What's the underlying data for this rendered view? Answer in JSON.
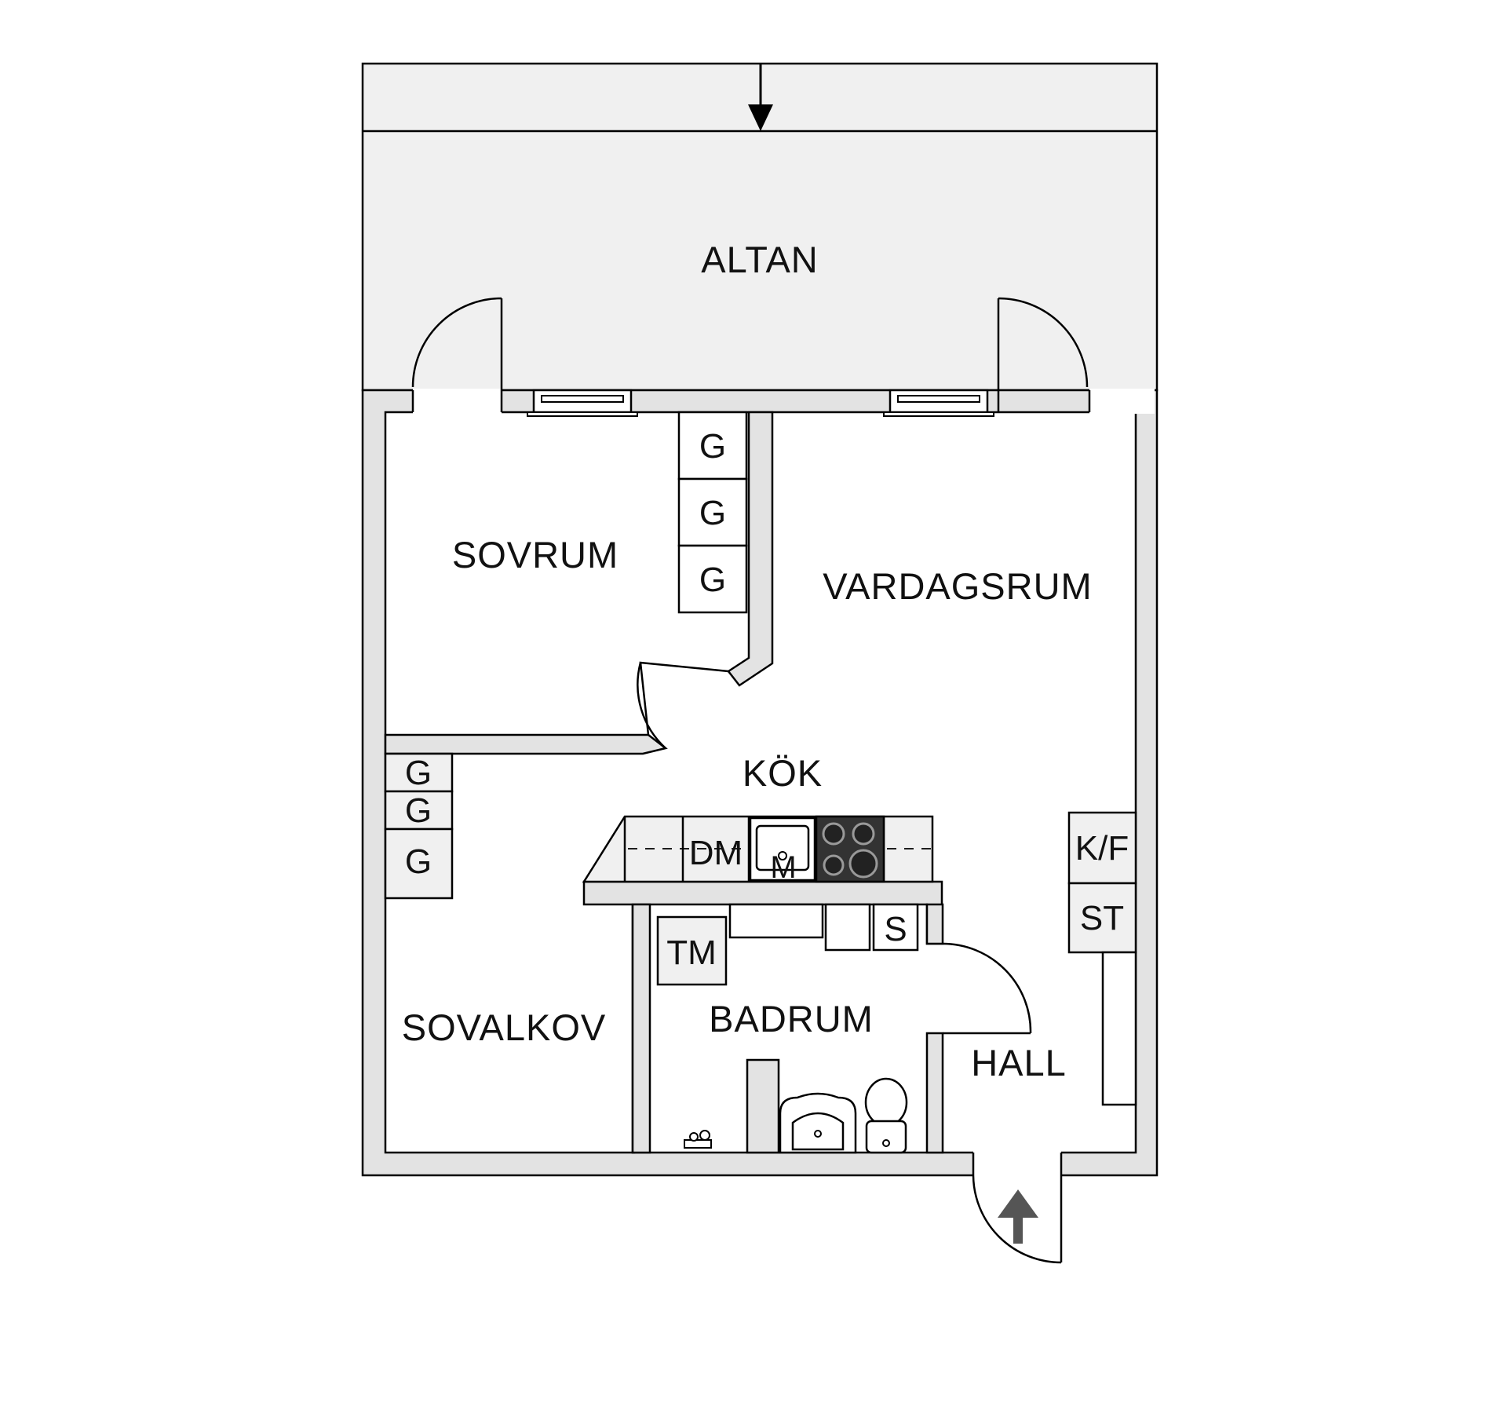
{
  "rooms": {
    "altan": "ALTAN",
    "sovrum": "SOVRUM",
    "vardagsrum": "VARDAGSRUM",
    "kok": "KÖK",
    "sovalkov": "SOVALKOV",
    "badrum": "BADRUM",
    "hall": "HALL"
  },
  "fixtures": {
    "wardrobe": "G",
    "dishwasher": "DM",
    "microwave": "M",
    "fridge_freezer": "K/F",
    "closet": "ST",
    "washing_machine": "TM",
    "dryer_cabinet": "S"
  },
  "colors": {
    "wall": "#e3e3e3",
    "terrace": "#f0f0f0",
    "outline": "#000000",
    "entry_arrow": "#555555"
  }
}
